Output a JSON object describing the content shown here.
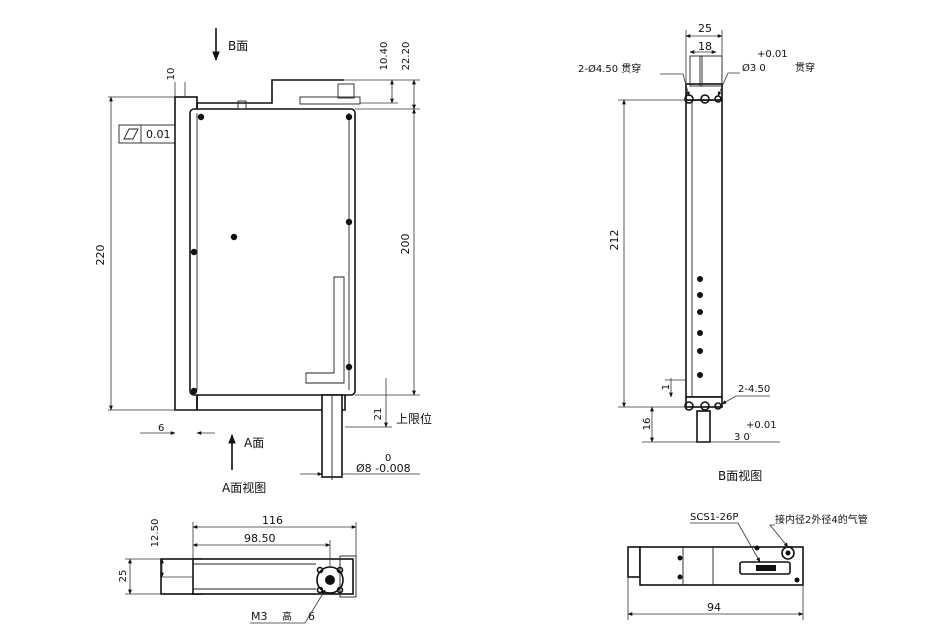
{
  "views": {
    "a_view": {
      "caption": "A面视图",
      "b_face_label": "B面",
      "a_face_label": "A面",
      "dim_10": "10",
      "dim_10_40": "10.40",
      "dim_22_20": "22.20",
      "flatness": "0.01",
      "dim_220": "220",
      "dim_200": "200",
      "dim_21": "21",
      "upper_limit": "上限位",
      "dim_6": "6",
      "shaft_tol_top": "0",
      "shaft_dia": "Ø8 -0.008"
    },
    "b_view": {
      "caption": "B面视图",
      "dim_25": "25",
      "dim_18": "18",
      "holes_label": "2-Ø4.50 贯穿",
      "pin_tol_top": "+0.01",
      "pin_hole": "Ø3   0",
      "pin_through": "贯穿",
      "dim_212": "212",
      "dim_1": "1",
      "bottom_holes": "2-4.50",
      "dim_16": "16",
      "bottom_tol_top": "+0.01",
      "bottom_dim": "3   0"
    },
    "top_view": {
      "dim_116": "116",
      "dim_98_50": "98.50",
      "dim_12_50": "12.50",
      "dim_25": "25",
      "thread_label": "M3",
      "thread_depth": "高",
      "thread_depth_val": "6"
    },
    "side_view": {
      "connector": "SCS1-26P",
      "air_tube": "接内径2外径4的气管",
      "dim_94": "94"
    }
  }
}
